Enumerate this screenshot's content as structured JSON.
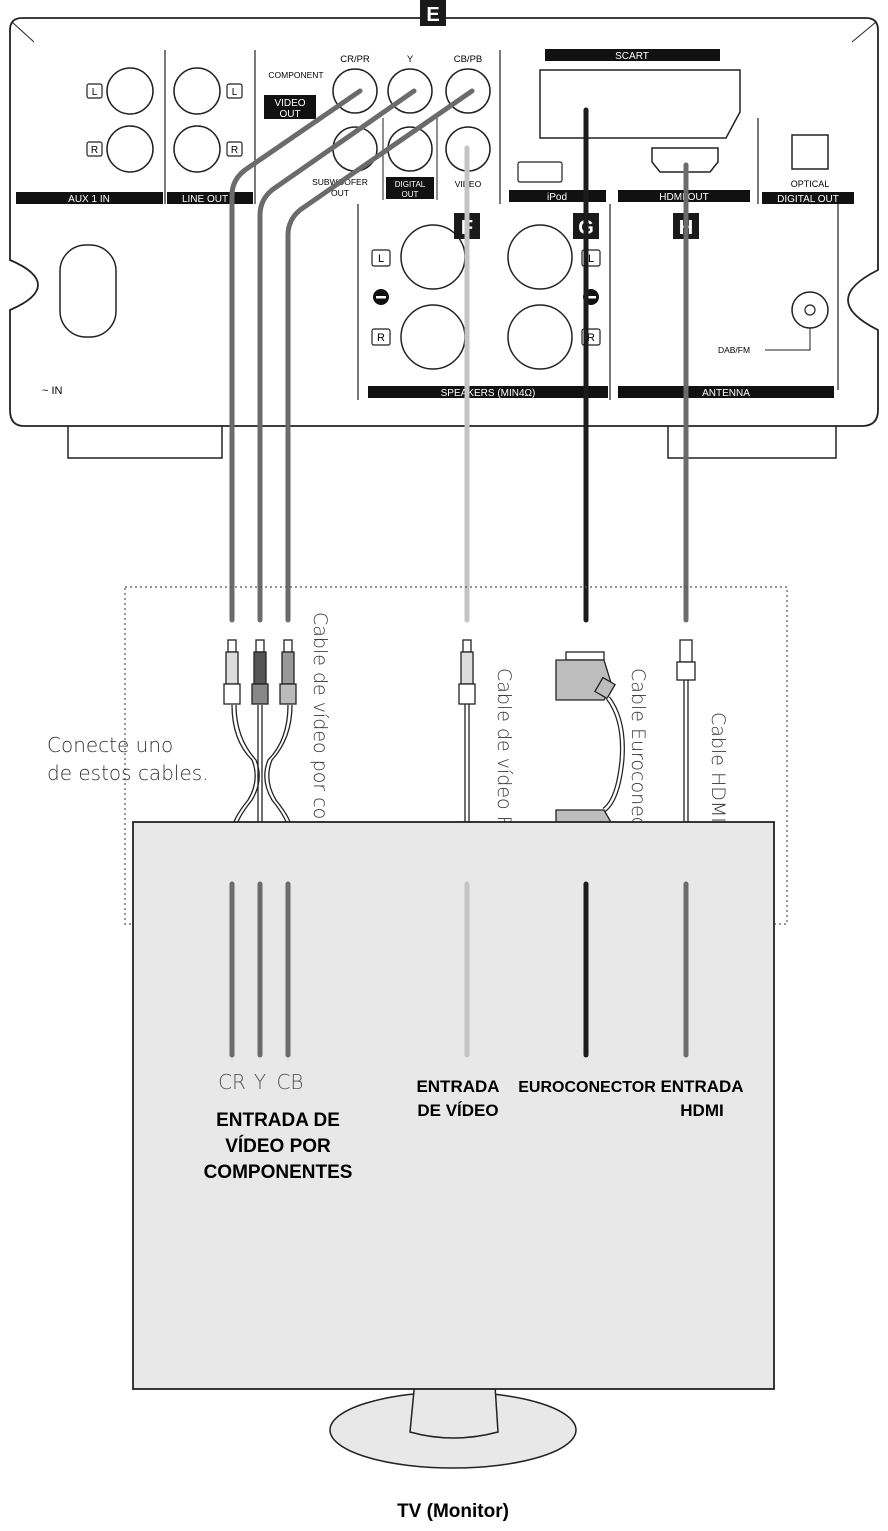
{
  "letters": {
    "e": "E",
    "f": "F",
    "g": "G",
    "h": "H"
  },
  "panel": {
    "jack_l": "L",
    "jack_r": "R",
    "aux1_in": "AUX 1 IN",
    "line_out": "LINE OUT",
    "component": "COMPONENT",
    "video_out": [
      "VIDEO",
      "OUT"
    ],
    "cr_pr": "CR/PR",
    "y": "Y",
    "cb_pb": "CB/PB",
    "subwoofer_out": [
      "SUBWOOFER",
      "OUT"
    ],
    "digital_out_small": [
      "DIGITAL",
      "OUT"
    ],
    "video": "VIDEO",
    "scart": "SCART",
    "ipod": "iPod",
    "hdmi_out": "HDMI OUT",
    "optical": "OPTICAL",
    "digital_out": "DIGITAL OUT",
    "speakers": "SPEAKERS (MIN4Ω)",
    "antenna": "ANTENNA",
    "dab_fm": "DAB/FM",
    "ac_in": "~ IN",
    "minus": "−"
  },
  "cables": {
    "note": [
      "Conecte uno",
      "de estos cables."
    ],
    "component": "Cable de vídeo por componentes",
    "rca": "Cable de vídeo RCA",
    "scart": "Cable Euroconector",
    "hdmi": "Cable HDMI"
  },
  "tv": {
    "cr": "CR",
    "y": "Y",
    "cb": "CB",
    "component_input": [
      "ENTRADA DE",
      "VÍDEO POR",
      "COMPONENTES"
    ],
    "video_input": [
      "ENTRADA",
      "DE VÍDEO"
    ],
    "euroconector": "EUROCONECTOR",
    "hdmi_input": [
      "ENTRADA",
      "HDMI"
    ],
    "caption": "TV (Monitor)"
  },
  "colors": {
    "component_cable": "#6b6b6b",
    "rca_cable": "#c4c4c4",
    "scart_cable": "#1c1c1c",
    "hdmi_cable": "#6b6b6b",
    "tv_fill": "#e8e8e8"
  }
}
